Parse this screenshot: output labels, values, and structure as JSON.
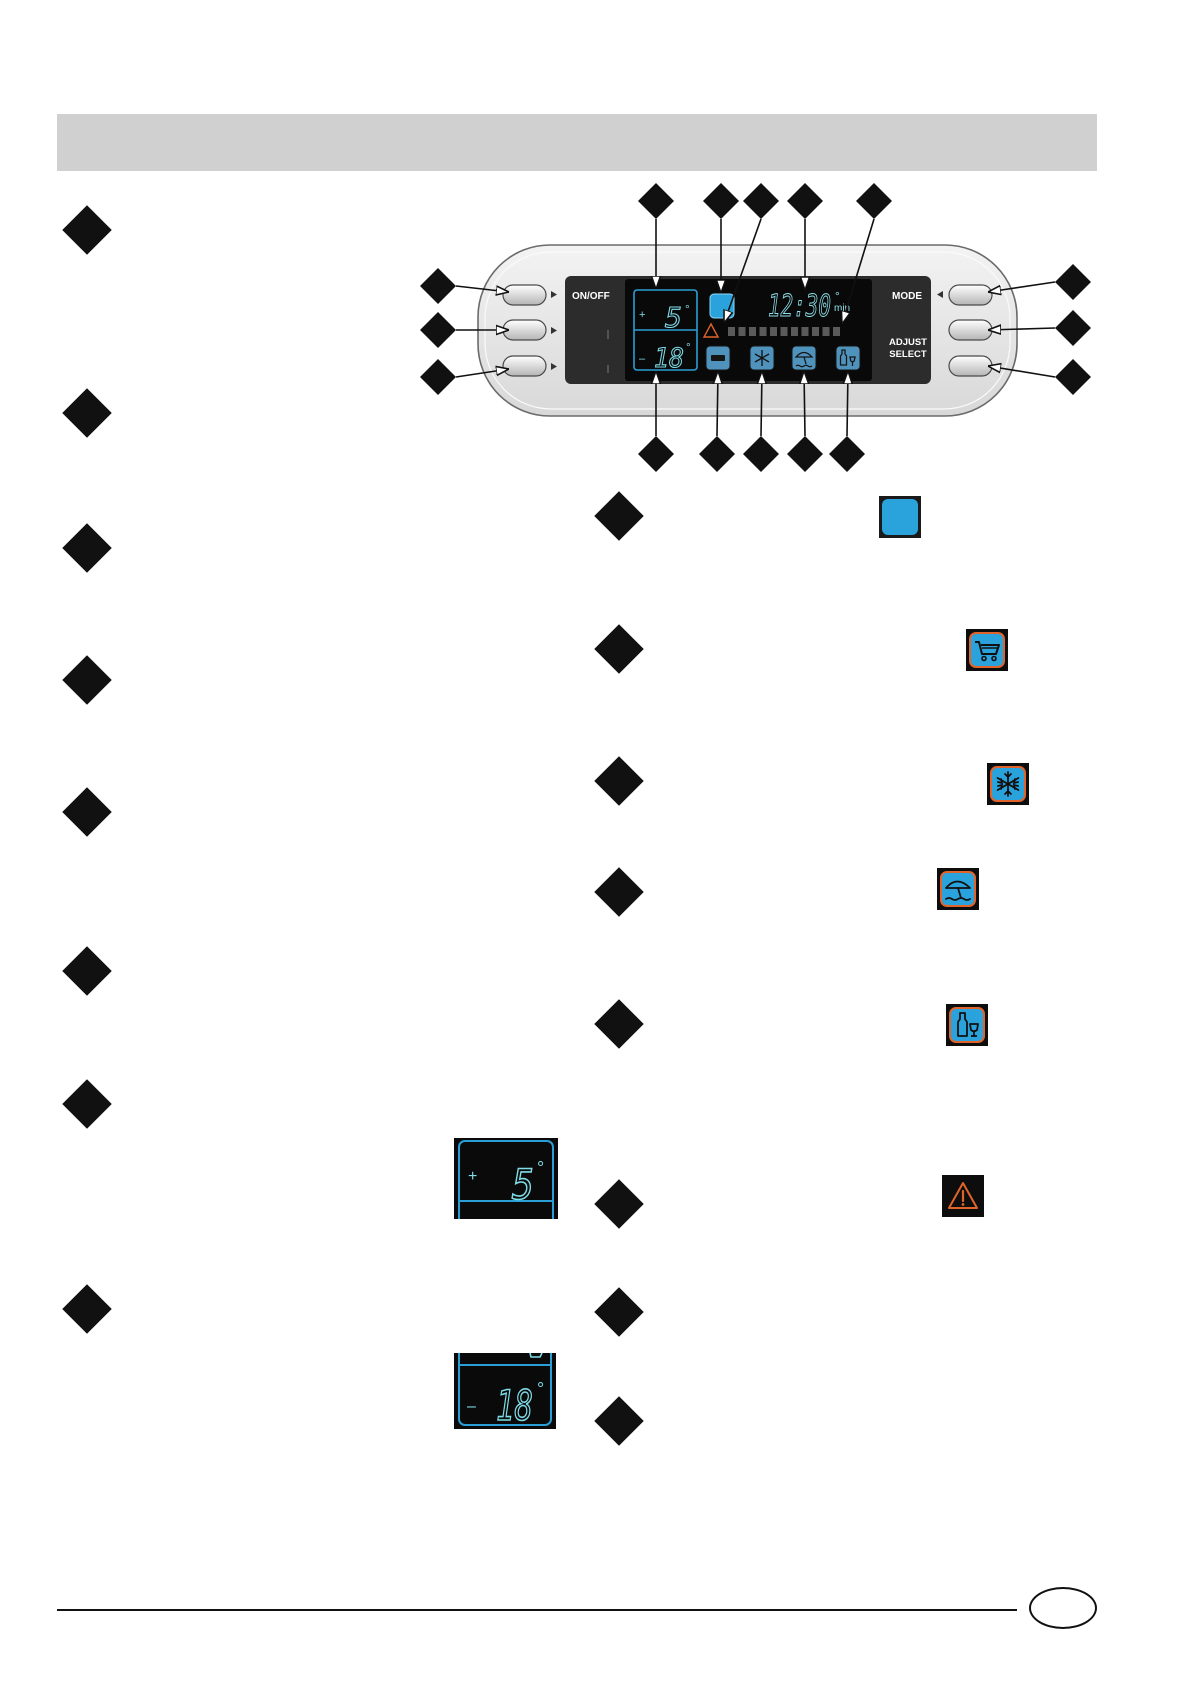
{
  "colors": {
    "accent": "#2aa3dc",
    "warning": "#e0642a",
    "lcd_digits": "#7fdce8",
    "header_bar": "#d0d0d0"
  },
  "control_panel": {
    "on_off_label": "ON/OFF",
    "mode_label": "MODE",
    "adjust_label": "ADJUST",
    "select_label": "SELECT",
    "fridge_display": {
      "sign": "+",
      "value": "5",
      "unit": "°"
    },
    "freezer_display": {
      "sign": "–",
      "value": "18",
      "unit": "°"
    },
    "clock": {
      "time": "12:30",
      "degree_symbol": "°",
      "unit": "min"
    },
    "display_icons": [
      "blue-square-icon",
      "warning-icon",
      "shopping-cart-icon",
      "snowflake-icon",
      "beach-umbrella-icon",
      "bottle-icon"
    ]
  },
  "right_column_icons": [
    "blue-square-icon",
    "shopping-cart-icon",
    "snowflake-icon",
    "beach-umbrella-icon",
    "bottle-icon",
    "warning-icon"
  ],
  "insets": {
    "fridge": {
      "sign": "+",
      "value": "5",
      "unit": "°"
    },
    "freezer": {
      "sign": "–",
      "value": "18",
      "unit": "°"
    }
  }
}
